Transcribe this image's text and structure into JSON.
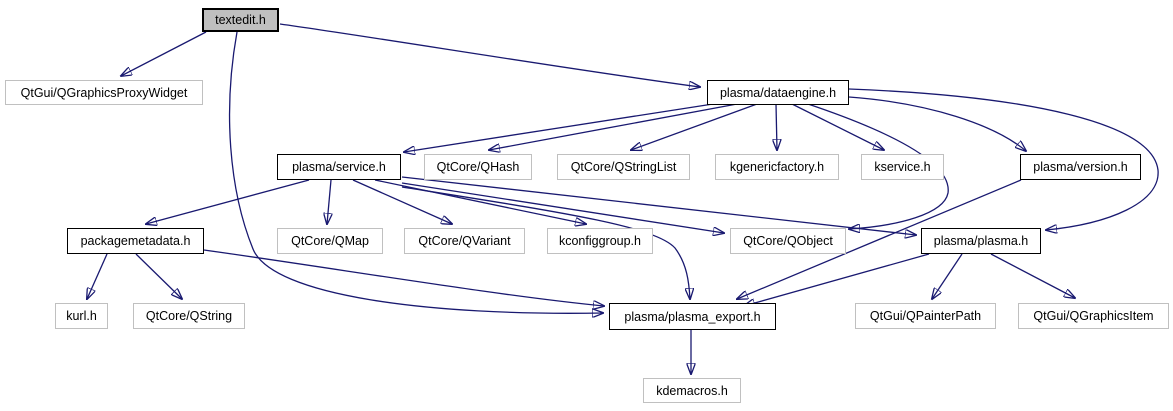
{
  "diagram": {
    "type": "include-dependency-graph",
    "root_file": "textedit.h",
    "colors": {
      "edge": "#191970",
      "root_fill": "#bfbfbf",
      "linked_border": "#000000",
      "external_border": "#c0c0c0",
      "background": "#ffffff"
    },
    "nodes": [
      {
        "id": "textedit",
        "label": "textedit.h",
        "kind": "root"
      },
      {
        "id": "qgraphicsproxywidget",
        "label": "QtGui/QGraphicsProxyWidget",
        "kind": "external"
      },
      {
        "id": "dataengine",
        "label": "plasma/dataengine.h",
        "kind": "linked"
      },
      {
        "id": "service",
        "label": "plasma/service.h",
        "kind": "linked"
      },
      {
        "id": "qhash",
        "label": "QtCore/QHash",
        "kind": "external"
      },
      {
        "id": "qstringlist",
        "label": "QtCore/QStringList",
        "kind": "external"
      },
      {
        "id": "kgenericfactory",
        "label": "kgenericfactory.h",
        "kind": "external"
      },
      {
        "id": "kservice",
        "label": "kservice.h",
        "kind": "external"
      },
      {
        "id": "version",
        "label": "plasma/version.h",
        "kind": "linked"
      },
      {
        "id": "packagemetadata",
        "label": "packagemetadata.h",
        "kind": "linked"
      },
      {
        "id": "qmap",
        "label": "QtCore/QMap",
        "kind": "external"
      },
      {
        "id": "qvariant",
        "label": "QtCore/QVariant",
        "kind": "external"
      },
      {
        "id": "kconfiggroup",
        "label": "kconfiggroup.h",
        "kind": "external"
      },
      {
        "id": "qobject",
        "label": "QtCore/QObject",
        "kind": "external"
      },
      {
        "id": "plasma",
        "label": "plasma/plasma.h",
        "kind": "linked"
      },
      {
        "id": "kurl",
        "label": "kurl.h",
        "kind": "external"
      },
      {
        "id": "qstring",
        "label": "QtCore/QString",
        "kind": "external"
      },
      {
        "id": "plasma_export",
        "label": "plasma/plasma_export.h",
        "kind": "linked"
      },
      {
        "id": "qpainterpath",
        "label": "QtGui/QPainterPath",
        "kind": "external"
      },
      {
        "id": "qgraphicsitem",
        "label": "QtGui/QGraphicsItem",
        "kind": "external"
      },
      {
        "id": "kdemacros",
        "label": "kdemacros.h",
        "kind": "external"
      }
    ],
    "edges": [
      {
        "from": "textedit",
        "to": "qgraphicsproxywidget"
      },
      {
        "from": "textedit",
        "to": "dataengine"
      },
      {
        "from": "textedit",
        "to": "plasma_export"
      },
      {
        "from": "dataengine",
        "to": "service"
      },
      {
        "from": "dataengine",
        "to": "qhash"
      },
      {
        "from": "dataengine",
        "to": "qstringlist"
      },
      {
        "from": "dataengine",
        "to": "kgenericfactory"
      },
      {
        "from": "dataengine",
        "to": "kservice"
      },
      {
        "from": "dataengine",
        "to": "version"
      },
      {
        "from": "dataengine",
        "to": "plasma"
      },
      {
        "from": "dataengine",
        "to": "qobject"
      },
      {
        "from": "service",
        "to": "packagemetadata"
      },
      {
        "from": "service",
        "to": "qmap"
      },
      {
        "from": "service",
        "to": "qvariant"
      },
      {
        "from": "service",
        "to": "kconfiggroup"
      },
      {
        "from": "service",
        "to": "qobject"
      },
      {
        "from": "service",
        "to": "plasma"
      },
      {
        "from": "service",
        "to": "plasma_export"
      },
      {
        "from": "packagemetadata",
        "to": "kurl"
      },
      {
        "from": "packagemetadata",
        "to": "qstring"
      },
      {
        "from": "packagemetadata",
        "to": "plasma_export"
      },
      {
        "from": "version",
        "to": "plasma_export"
      },
      {
        "from": "plasma",
        "to": "plasma_export"
      },
      {
        "from": "plasma",
        "to": "qpainterpath"
      },
      {
        "from": "plasma",
        "to": "qgraphicsitem"
      },
      {
        "from": "plasma_export",
        "to": "kdemacros"
      }
    ]
  }
}
